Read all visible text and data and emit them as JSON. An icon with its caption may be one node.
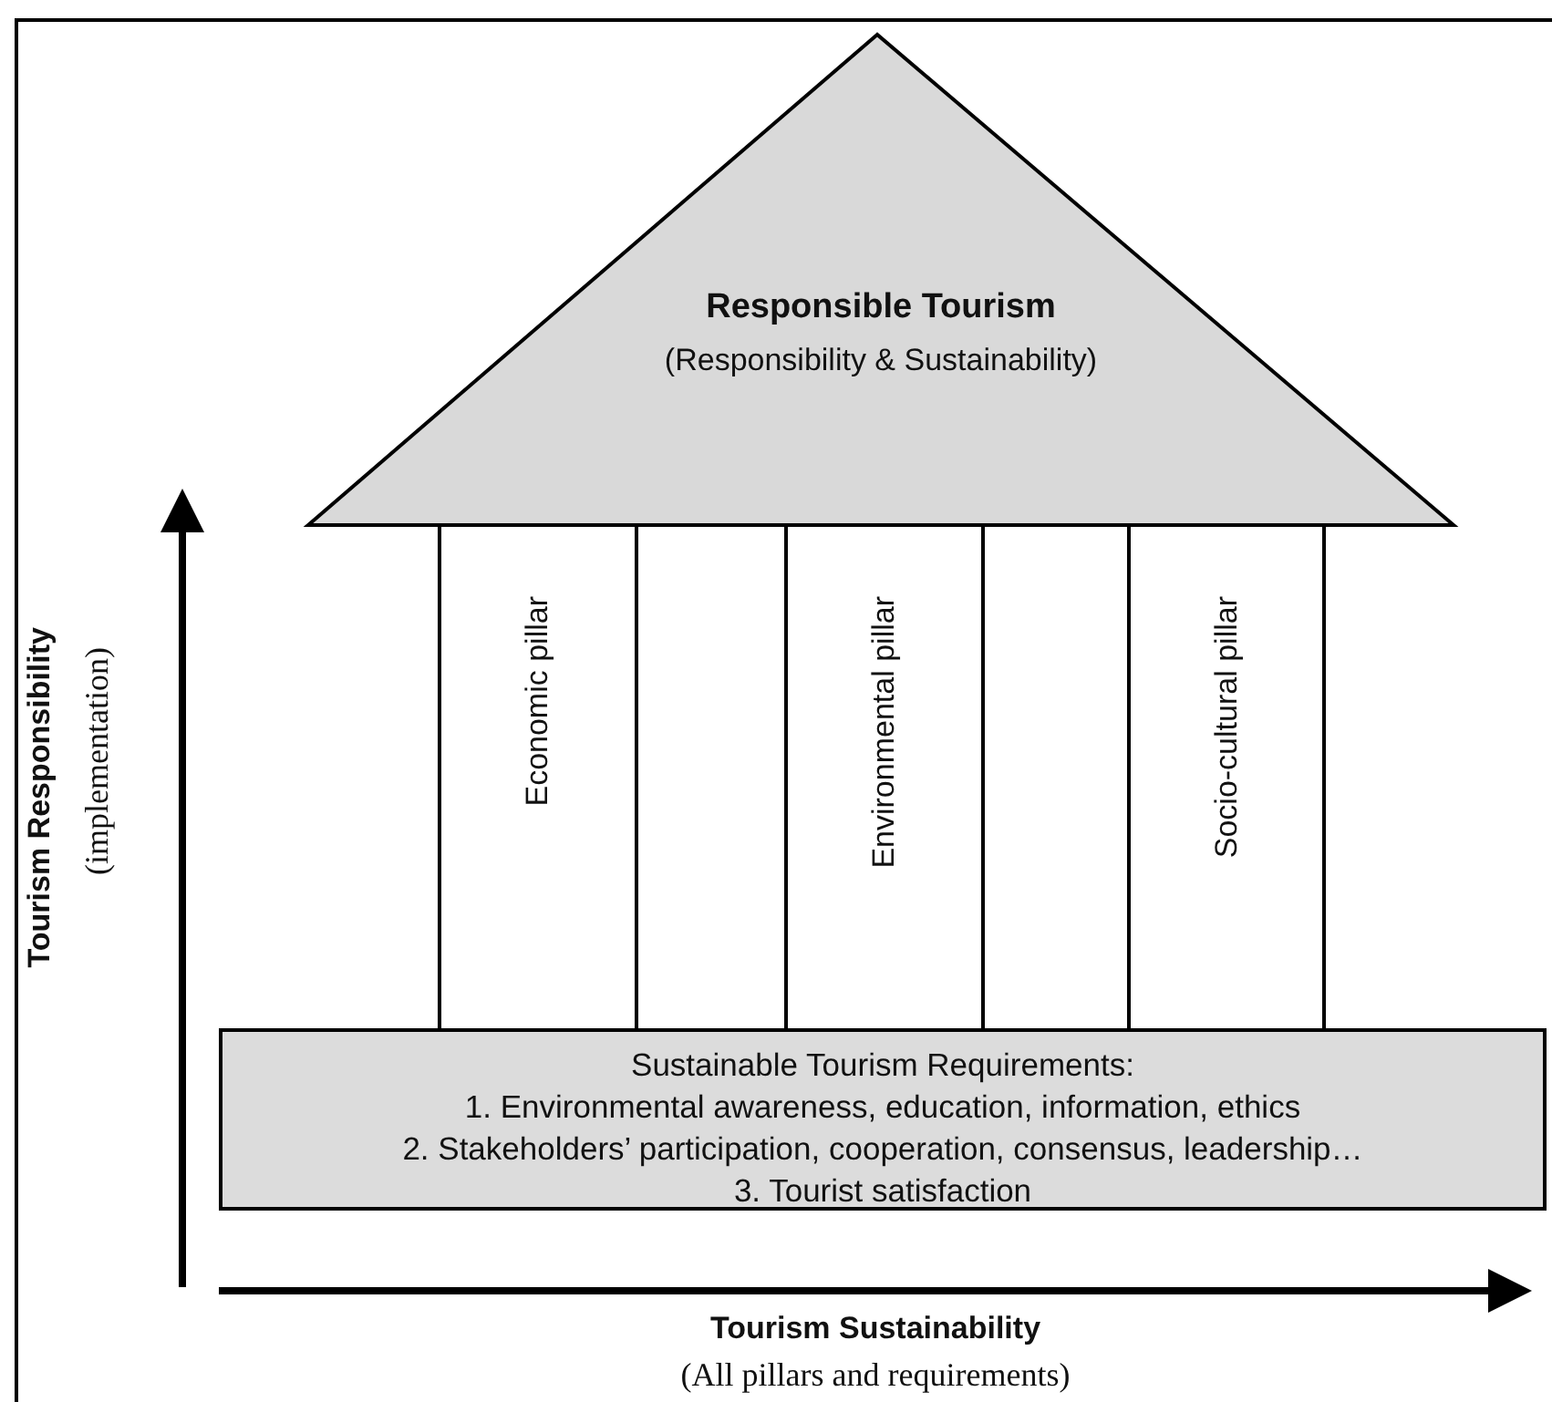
{
  "diagram": {
    "nodes": [
      {
        "text": [
          "Responsible Tourism",
          "(Responsibility & Sustainability)"
        ]
      },
      {
        "text": [
          "Economic pillar"
        ]
      },
      {
        "text": [],
        "shape": "box"
      },
      {
        "text": [
          "Environmental pillar"
        ]
      },
      {
        "text": [],
        "shape": "box"
      },
      {
        "text": [
          "Socio-cultural pillar"
        ]
      },
      {
        "text": [
          "Sustainable Tourism Requirements:",
          "1. Environmental awareness, education, information, ethics",
          "2. Stakeholders’ participation, cooperation, consensus, leadership…",
          "3. Tourist satisfaction"
        ]
      }
    ],
    "edges": [],
    "labels": [
      "Tourism Responsibility",
      "(implementation)",
      "Tourism Sustainability",
      "(All pillars and requirements)"
    ]
  }
}
